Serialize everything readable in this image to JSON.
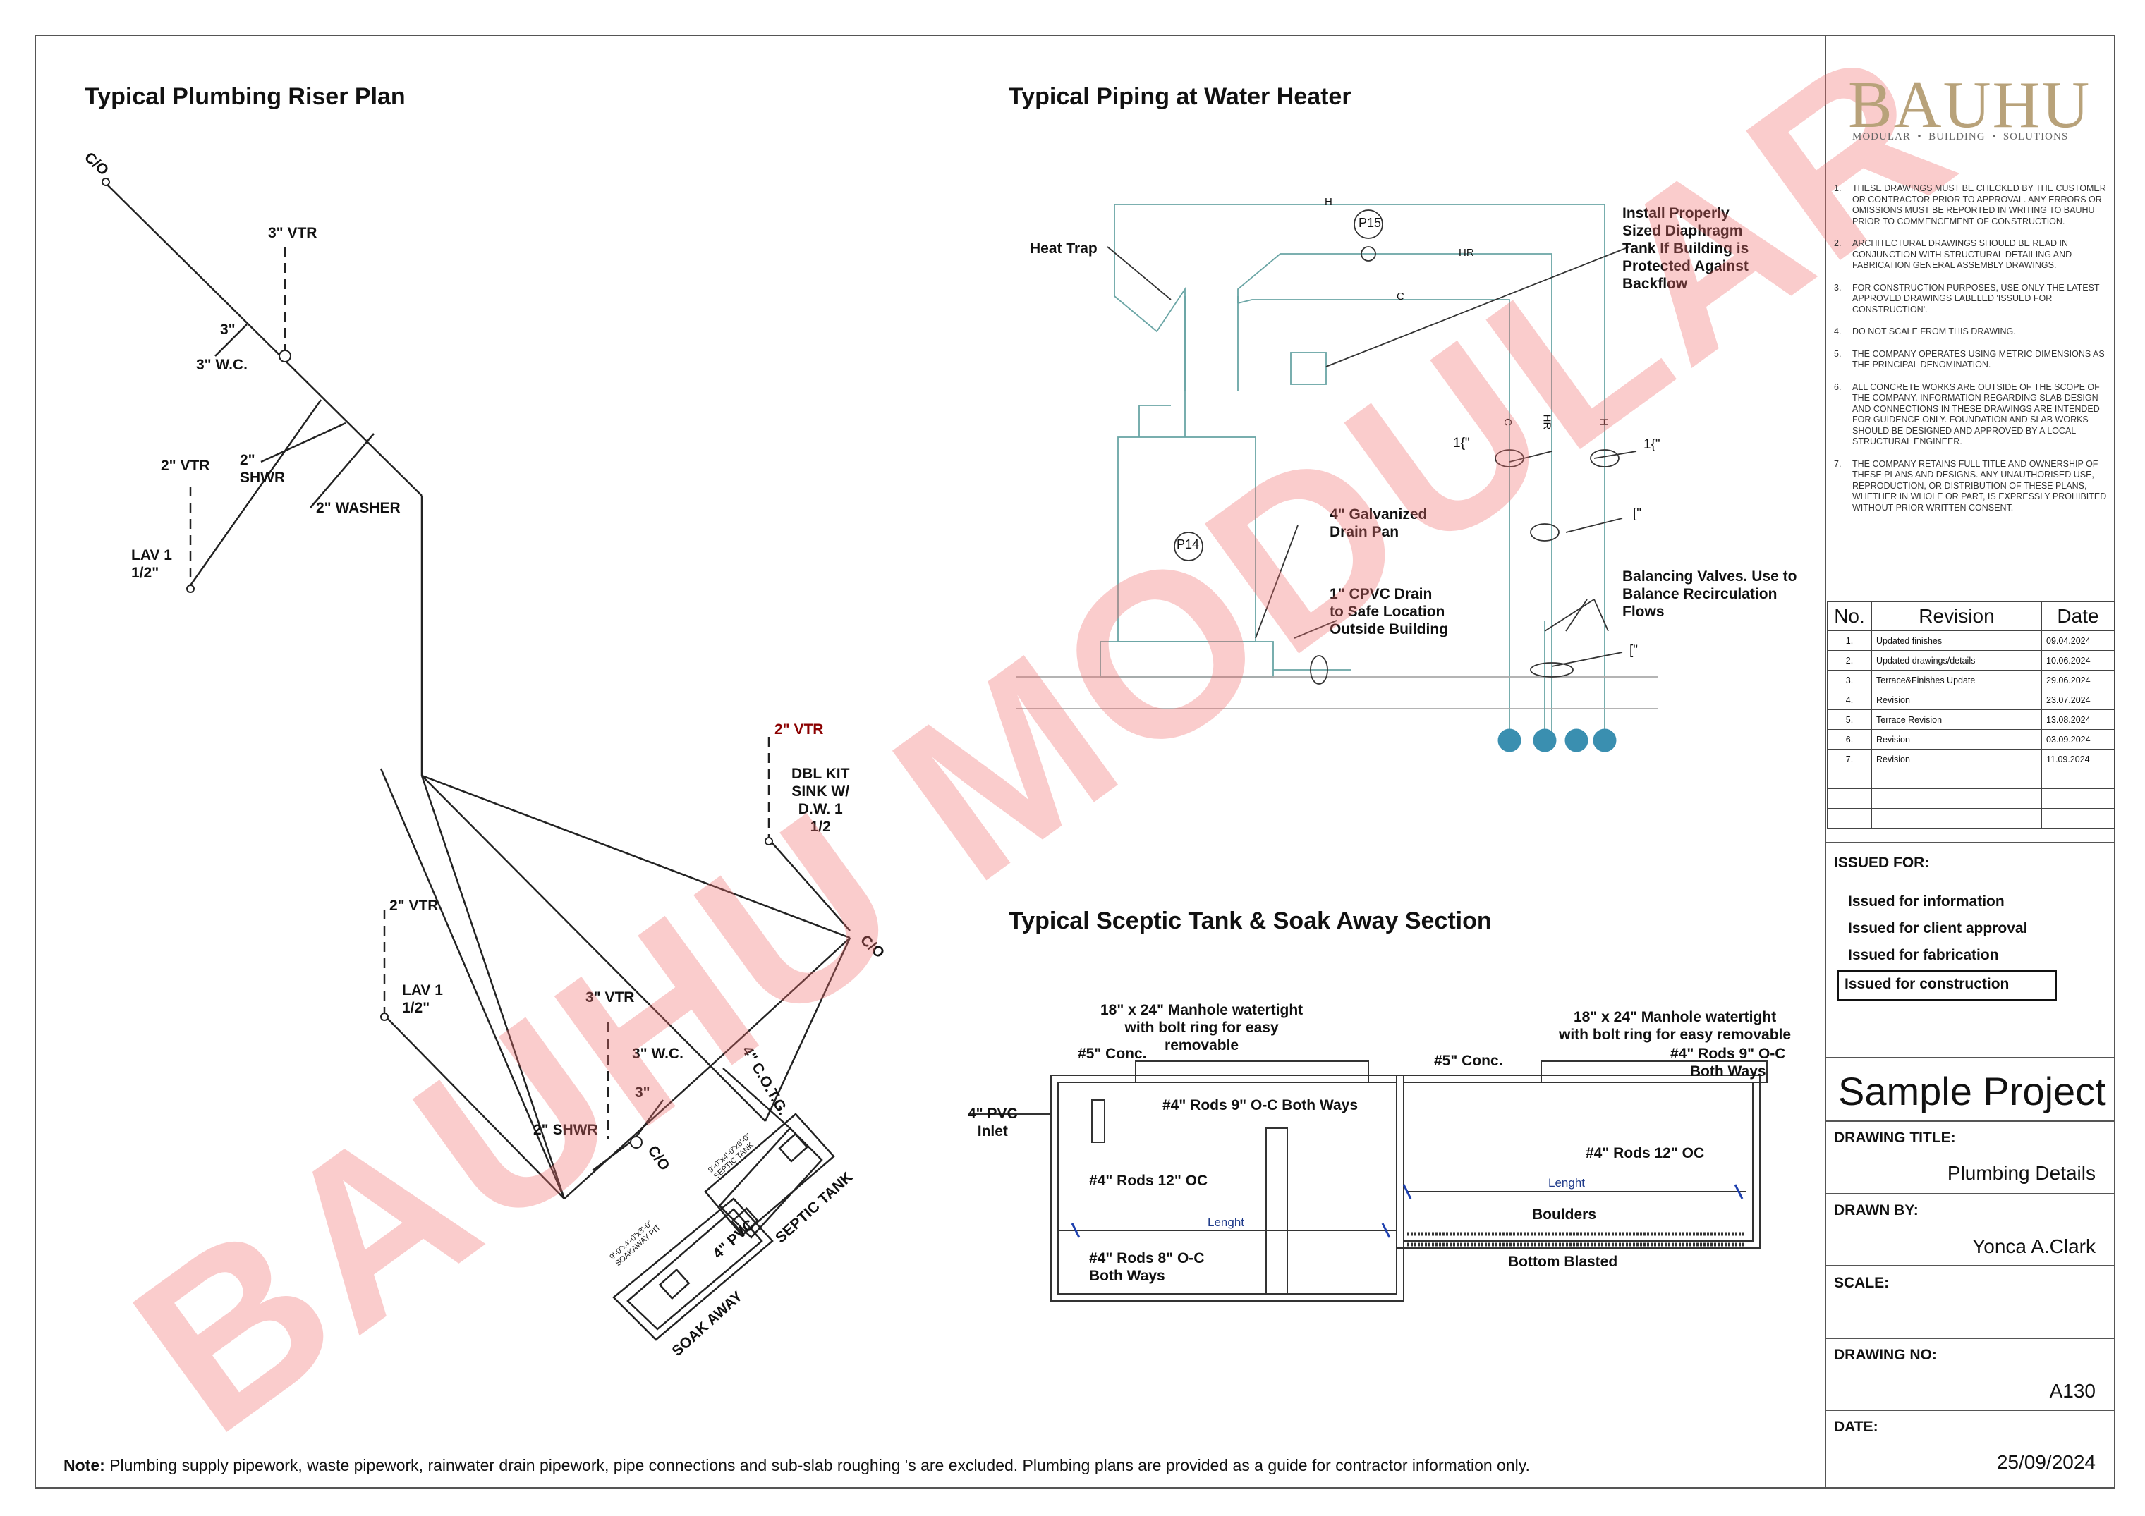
{
  "sheet": {
    "note_prefix": "Note:",
    "note_text": "Plumbing supply pipework, waste pipework, rainwater drain pipework, pipe connections and sub-slab roughing  's are excluded. Plumbing plans are provided as a guide for contractor information only.",
    "watermark": "BAUHU MODULAR"
  },
  "riser_plan": {
    "title": "Typical Plumbing Riser Plan",
    "labels": {
      "co_top": "C/O",
      "vtr3_top": "3\" VTR",
      "pipe3": "3\"",
      "wc3": "3\" W.C.",
      "vtr2": "2\" VTR",
      "shwr2_top": "2\"\nSHWR",
      "washer": "2\" WASHER",
      "lav1_top": "LAV 1\n1/2\"",
      "vtr2_kit": "2\" VTR",
      "kit_sink": "DBL KIT\nSINK W/\nD.W. 1\n1/2",
      "co_right": "C/O",
      "vtr2_low": "2\" VTR",
      "lav1_low": "LAV 1\n1/2\"",
      "vtr3_low": "3\" VTR",
      "wc3_low": "3\" W.C.",
      "pipe3_low": "3\"",
      "shwr2_low": "2\" SHWR",
      "co_bottom": "C/O",
      "cotg": "4\" C.O.T.G.",
      "septic_tank": "SEPTIC TANK",
      "septic_dim": "9'-0\"x4'-0\"x6'-0\"\nSEPTIC TANK",
      "pvc4": "4\" PVC",
      "soak_away": "SOAK AWAY",
      "soak_dim": "9'-0\"x4'-0\"x3'-0\"\nSOAKAWAY PIT"
    }
  },
  "water_heater": {
    "title": "Typical Piping at Water Heater",
    "labels": {
      "heat_trap": "Heat Trap",
      "h_top": "H",
      "p15": "P15",
      "hr": "HR",
      "c": "C",
      "tank_note": "Install Properly\nSized Diaphragm\nTank If Building is\nProtected Against\nBackflow",
      "p14": "P14",
      "drain_pan": "4\" Galvanized\nDrain Pan",
      "cpvc": "1\" CPVC Drain\nto Safe Location\nOutside Building",
      "balancing": "Balancing Valves. Use to\nBalance Recirculation\nFlows",
      "size1": "1{\"",
      "size2": "1{\"",
      "size3": "[\"",
      "size4": "[\"",
      "c_v": "C",
      "hr_v": "HR",
      "h_v": "H"
    }
  },
  "septic_section": {
    "title": "Typical Sceptic Tank & Soak Away Section",
    "labels": {
      "manhole1": "18\" x 24\" Manhole watertight\nwith bolt ring for easy\nremovable",
      "manhole2": "18\" x 24\" Manhole watertight\nwith bolt ring for easy removable",
      "conc1": "#5\" Conc.",
      "conc2": "#5\" Conc.",
      "rods9": "#4\" Rods 9\" O-C Both Ways",
      "rods9b": "#4\" Rods 9\" O-C\nBoth Ways",
      "pvc_inlet": "4\" PVC\nInlet",
      "rods12a": "#4\" Rods 12\" OC",
      "rods12b": "#4\" Rods 12\" OC",
      "lenght1": "Lenght",
      "lenght2": "Lenght",
      "boulders": "Boulders",
      "rods8": "#4\" Rods 8\" O-C\nBoth Ways",
      "bottom": "Bottom Blasted"
    }
  },
  "title_block": {
    "logo": "BAUHU",
    "logo_sub": "MODULAR  •  BUILDING  •  SOLUTIONS",
    "notes": [
      {
        "n": "1.",
        "text": "THESE DRAWINGS MUST BE CHECKED BY THE CUSTOMER OR CONTRACTOR PRIOR TO APPROVAL. ANY ERRORS OR OMISSIONS MUST BE REPORTED IN WRITING TO BAUHU PRIOR TO COMMENCEMENT OF CONSTRUCTION."
      },
      {
        "n": "2.",
        "text": "ARCHITECTURAL DRAWINGS SHOULD BE READ IN CONJUNCTION WITH STRUCTURAL DETAILING AND FABRICATION GENERAL ASSEMBLY DRAWINGS."
      },
      {
        "n": "3.",
        "text": "FOR CONSTRUCTION PURPOSES, USE ONLY THE LATEST APPROVED DRAWINGS LABELED 'ISSUED FOR CONSTRUCTION'."
      },
      {
        "n": "4.",
        "text": "DO NOT SCALE FROM THIS DRAWING."
      },
      {
        "n": "5.",
        "text": "THE COMPANY OPERATES USING METRIC DIMENSIONS AS THE PRINCIPAL DENOMINATION."
      },
      {
        "n": "6.",
        "text": "ALL CONCRETE WORKS ARE OUTSIDE OF THE SCOPE OF THE COMPANY. INFORMATION REGARDING SLAB DESIGN AND CONNECTIONS IN THESE DRAWINGS ARE INTENDED FOR GUIDENCE ONLY. FOUNDATION AND SLAB WORKS SHOULD BE DESIGNED AND APPROVED BY A LOCAL STRUCTURAL ENGINEER."
      },
      {
        "n": "7.",
        "text": "THE COMPANY RETAINS FULL TITLE AND OWNERSHIP OF THESE PLANS AND DESIGNS. ANY UNAUTHORISED USE, REPRODUCTION, OR DISTRIBUTION OF THESE PLANS, WHETHER IN WHOLE OR PART, IS EXPRESSLY PROHIBITED WITHOUT PRIOR WRITTEN CONSENT."
      }
    ],
    "revision_headers": {
      "no": "No.",
      "revision": "Revision",
      "date": "Date"
    },
    "revisions": [
      {
        "no": "1.",
        "revision": "Updated finishes",
        "date": "09.04.2024"
      },
      {
        "no": "2.",
        "revision": "Updated drawings/details",
        "date": "10.06.2024"
      },
      {
        "no": "3.",
        "revision": "Terrace&Finishes Update",
        "date": "29.06.2024"
      },
      {
        "no": "4.",
        "revision": "Revision",
        "date": "23.07.2024"
      },
      {
        "no": "5.",
        "revision": "Terrace Revision",
        "date": "13.08.2024"
      },
      {
        "no": "6.",
        "revision": "Revision",
        "date": "03.09.2024"
      },
      {
        "no": "7.",
        "revision": "Revision",
        "date": "11.09.2024"
      }
    ],
    "issued_for_label": "ISSUED FOR:",
    "issued_options": [
      "Issued for information",
      "Issued for client approval",
      "Issued for fabrication",
      "Issued for construction"
    ],
    "issued_selected": "Issued for construction",
    "project": "Sample Project",
    "drawing_title_label": "DRAWING TITLE:",
    "drawing_title": "Plumbing Details",
    "drawn_by_label": "DRAWN BY:",
    "drawn_by": "Yonca A.Clark",
    "scale_label": "SCALE:",
    "scale": "",
    "drawing_no_label": "DRAWING NO:",
    "drawing_no": "A130",
    "date_label": "DATE:",
    "date": "25/09/2024"
  },
  "colors": {
    "watermark": "#f26e6e",
    "pipe_teal": "#5f9ea0",
    "logo_gold": "#b8a27a"
  }
}
